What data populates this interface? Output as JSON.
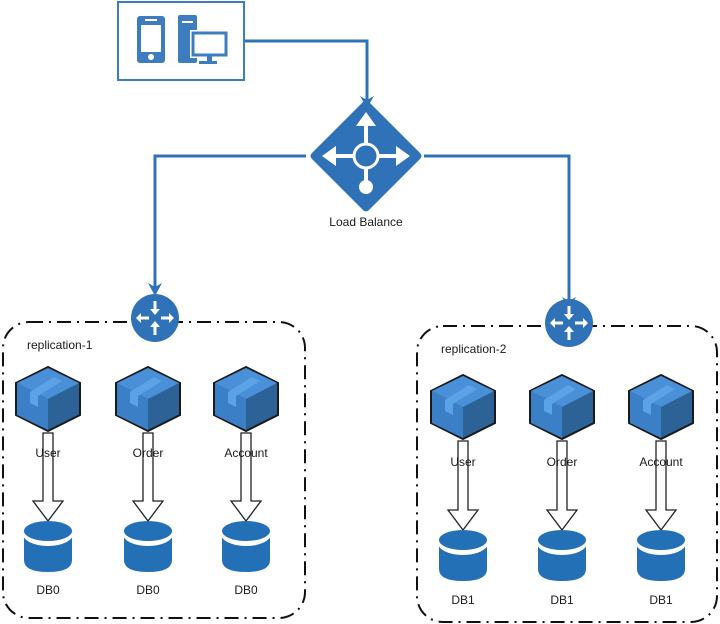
{
  "colors": {
    "primary": "#2f72b7",
    "icon_blue": "#3d7dbf",
    "cube_light": "#4a90d9",
    "cube_dark": "#2d6296",
    "cube_stripe": "#5aa3e6",
    "db": "#2370b7",
    "edge": "#222222"
  },
  "client": {
    "icons": [
      "mobile-phone-icon",
      "desktop-computer-icon"
    ]
  },
  "load_balancer": {
    "label": "Load Balance"
  },
  "replicas": [
    {
      "label": "replication-1",
      "services": [
        {
          "name": "User",
          "db": "DB0"
        },
        {
          "name": "Order",
          "db": "DB0"
        },
        {
          "name": "Account",
          "db": "DB0"
        }
      ]
    },
    {
      "label": "replication-2",
      "services": [
        {
          "name": "User",
          "db": "DB1"
        },
        {
          "name": "Order",
          "db": "DB1"
        },
        {
          "name": "Account",
          "db": "DB1"
        }
      ]
    }
  ]
}
